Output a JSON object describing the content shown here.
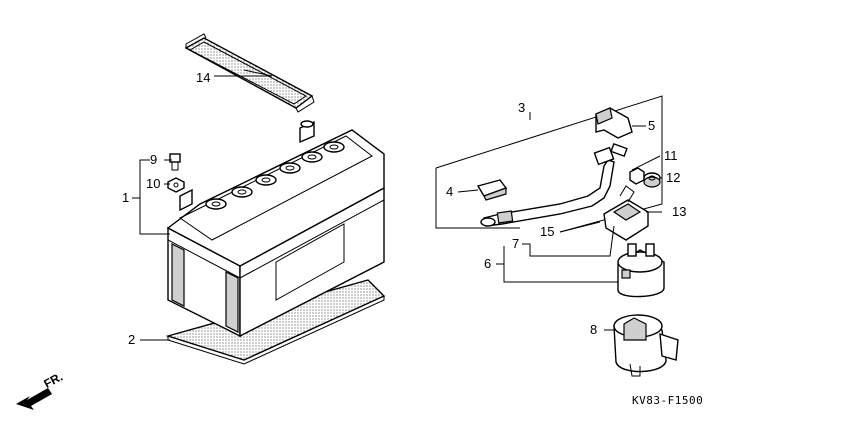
{
  "diagram": {
    "drawing_code": "KV83-F1500",
    "direction_label": "FR.",
    "callouts": {
      "c1": "1",
      "c2": "2",
      "c3": "3",
      "c4": "4",
      "c5": "5",
      "c6": "6",
      "c7": "7",
      "c8": "8",
      "c9": "9",
      "c10": "10",
      "c11": "11",
      "c12": "12",
      "c13": "13",
      "c14": "14",
      "c15": "15"
    }
  }
}
